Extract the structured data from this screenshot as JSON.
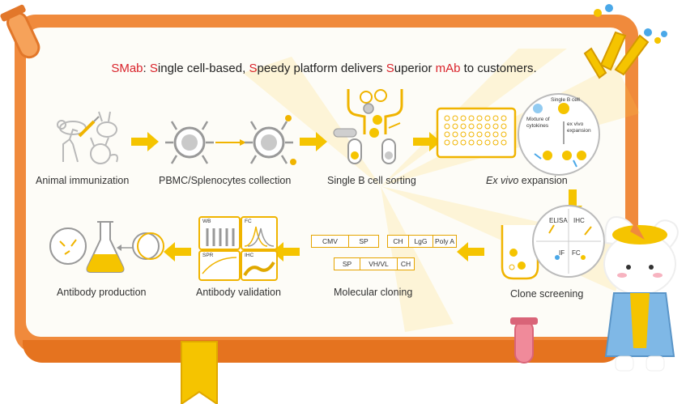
{
  "title": {
    "p1": "S",
    "p2": "Mab",
    "p3": ": ",
    "p4": "S",
    "p5": "ingle cell-based, ",
    "p6": "S",
    "p7": "peedy platform delivers ",
    "p8": "S",
    "p9": "uperior ",
    "p10": "mAb",
    "p11": " to customers."
  },
  "steps": {
    "immunization": "Animal immunization",
    "collection": "PBMC/Splenocytes collection",
    "sorting": "Single B cell sorting",
    "expansion_em": "Ex vivo",
    "expansion_rest": " expansion",
    "screening": "Clone screening",
    "cloning": "Molecular cloning",
    "validation": "Antibody validation",
    "production": "Antibody production"
  },
  "expansion_detail": {
    "single_b_cell": "Single B cell",
    "mixture": "Mixture of",
    "cytokines": "cytokines",
    "ex_vivo": "ex vivo",
    "expansion": "expansion"
  },
  "screening_detail": {
    "elisa": "ELISA",
    "ihc": "IHC",
    "if": "IF",
    "fc": "FC"
  },
  "cloning_detail": {
    "row1": [
      "CMV",
      "SP"
    ],
    "row2": [
      "CH",
      "LgG",
      "Poly A"
    ],
    "row3": [
      "SP",
      "VH/VL",
      "CH"
    ]
  },
  "validation_detail": {
    "wb": "WB",
    "fc": "FC",
    "spr": "SPR",
    "ihc": "IHC"
  },
  "colors": {
    "accent": "#f0b400",
    "highlight": "#d9232b",
    "board": "#f08a3c"
  }
}
